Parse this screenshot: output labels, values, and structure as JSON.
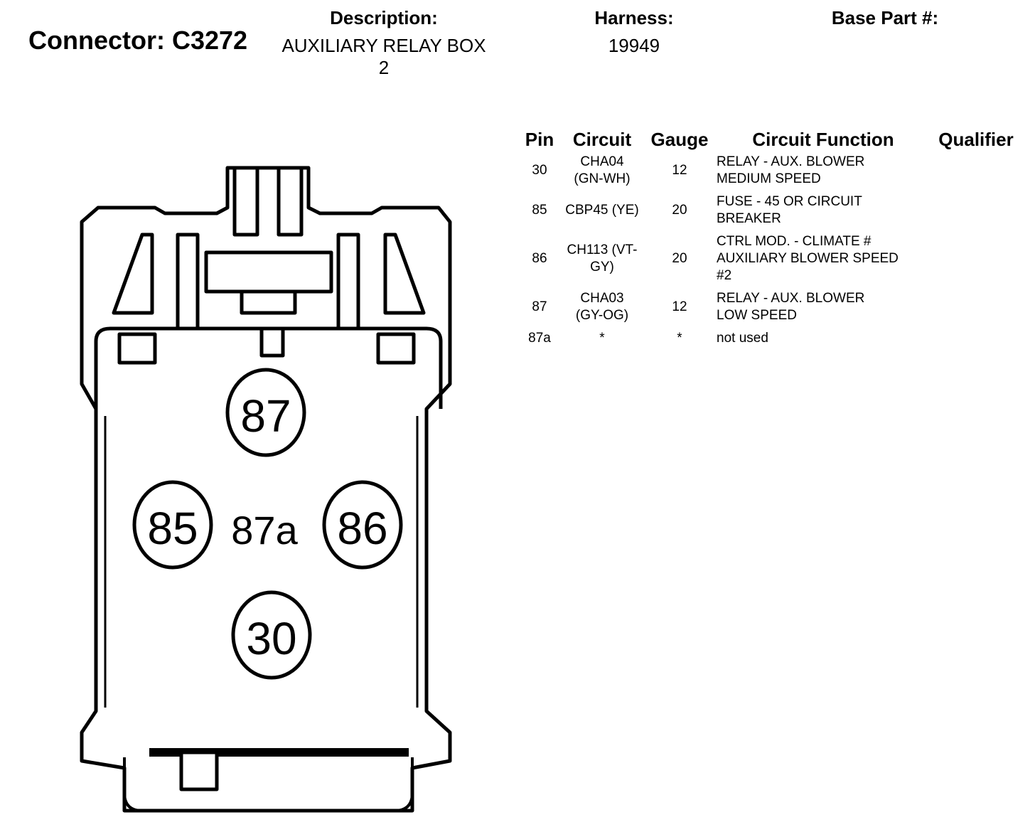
{
  "header": {
    "connector": "Connector: C3272",
    "description_label": "Description:",
    "description_line1": "AUXILIARY RELAY BOX",
    "description_line2": "2",
    "harness_label": "Harness:",
    "harness_value": "19949",
    "base_part_label": "Base Part #:"
  },
  "table": {
    "headers": [
      "Pin",
      "Circuit",
      "Gauge",
      "Circuit Function",
      "Qualifier"
    ],
    "rows": [
      {
        "pin": "30",
        "circuit": [
          "CHA04",
          "(GN-WH)"
        ],
        "gauge": "12",
        "function": [
          "RELAY - AUX. BLOWER",
          "MEDIUM SPEED"
        ],
        "qualifier": ""
      },
      {
        "pin": "85",
        "circuit": [
          "CBP45 (YE)"
        ],
        "gauge": "20",
        "function": [
          "FUSE - 45 OR CIRCUIT",
          "BREAKER"
        ],
        "qualifier": ""
      },
      {
        "pin": "86",
        "circuit": [
          "CH113 (VT-",
          "GY)"
        ],
        "gauge": "20",
        "function": [
          "CTRL MOD. - CLIMATE #",
          "AUXILIARY BLOWER SPEED",
          "#2"
        ],
        "qualifier": ""
      },
      {
        "pin": "87",
        "circuit": [
          "CHA03",
          "(GY-OG)"
        ],
        "gauge": "12",
        "function": [
          "RELAY - AUX. BLOWER",
          "LOW SPEED"
        ],
        "qualifier": ""
      },
      {
        "pin": "87a",
        "circuit": [
          "*"
        ],
        "gauge": "*",
        "function": [
          "not used"
        ],
        "qualifier": ""
      }
    ]
  },
  "diagram": {
    "pins": [
      "87",
      "85",
      "87a",
      "86",
      "30"
    ]
  }
}
